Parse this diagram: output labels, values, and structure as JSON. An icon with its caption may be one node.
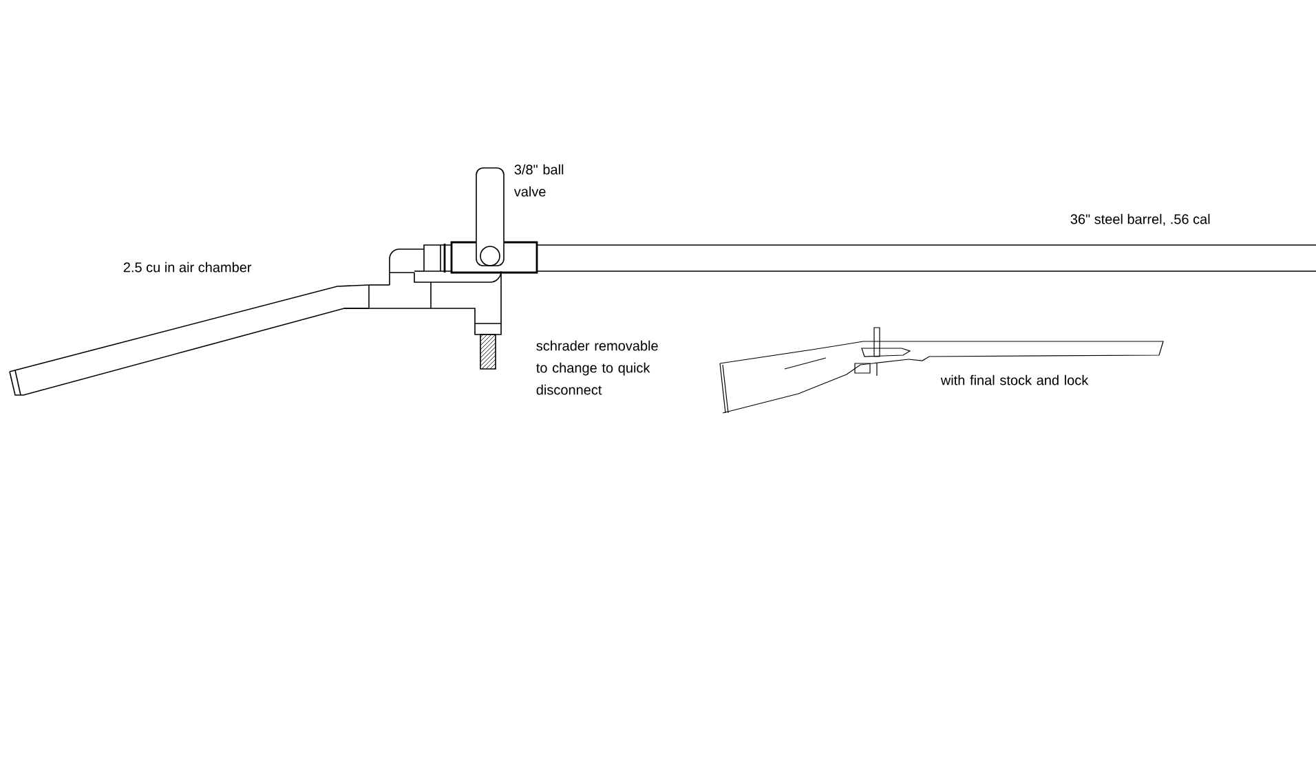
{
  "diagram": {
    "labels": [
      "3/8\" ball valve",
      "36\" steel barrel, .56 cal",
      "2.5 cu in air chamber",
      "schrader removable to change to quick disconnect",
      "with final stock and lock"
    ]
  }
}
